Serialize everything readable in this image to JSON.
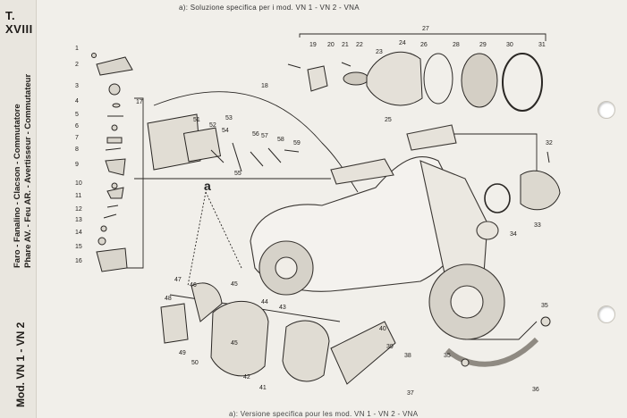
{
  "plate": "T. XVIII",
  "side_title": "Faro - Fanalino - Clacson - Commutatore",
  "side_title_fr": "Phare AV. - Feu AR. - Avertisseur - Commutateur",
  "model": "Mod. VN 1 - VN 2",
  "header_note": "a): Soluzione specifica per i mod. VN 1 - VN 2 - VNA",
  "footer_note": "a): Versione specifica pour les mod. VN 1 - VN 2 - VNA",
  "group_label": "a",
  "callouts": [
    "1",
    "2",
    "3",
    "4",
    "5",
    "6",
    "7",
    "8",
    "9",
    "10",
    "11",
    "12",
    "13",
    "14",
    "15",
    "16",
    "17",
    "18",
    "19",
    "20",
    "21",
    "22",
    "23",
    "24",
    "25",
    "26",
    "27",
    "28",
    "29",
    "30",
    "31",
    "32",
    "33",
    "34",
    "35",
    "35",
    "36",
    "37",
    "38",
    "39",
    "40",
    "41",
    "42",
    "43",
    "44",
    "45",
    "45",
    "46",
    "47",
    "48",
    "49",
    "50",
    "51",
    "52",
    "53",
    "54",
    "55",
    "56",
    "57",
    "58",
    "59"
  ]
}
